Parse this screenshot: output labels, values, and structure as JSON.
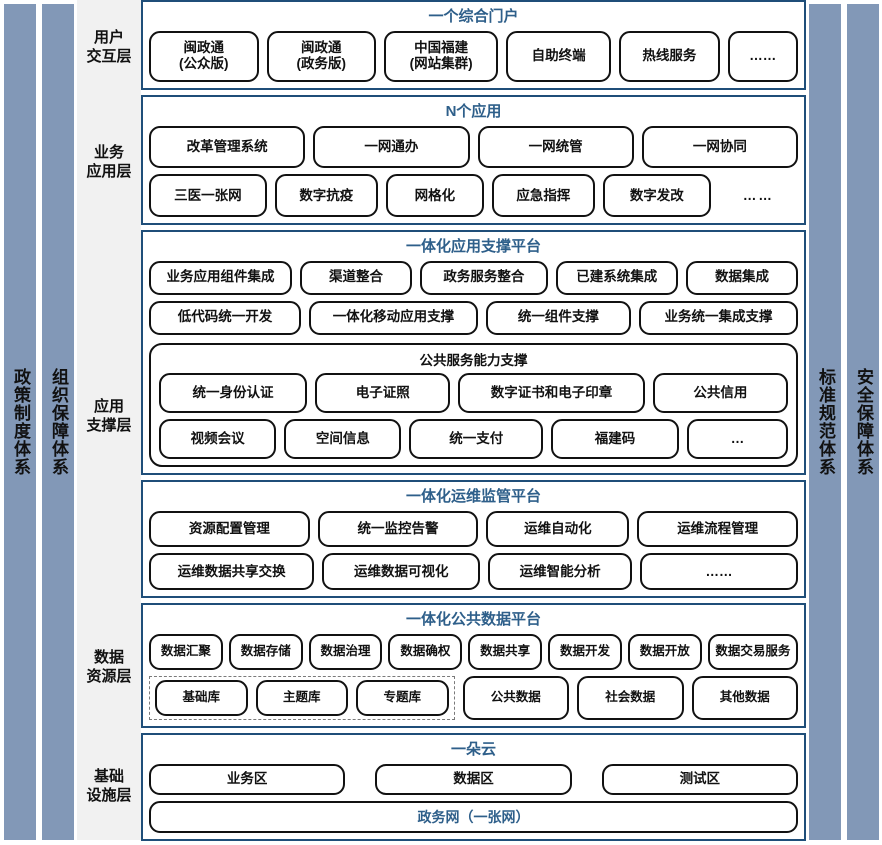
{
  "colors": {
    "pillar_bg": "#8298b7",
    "panel_border": "#1f4e79",
    "panel_title": "#2e5f8a",
    "layer_col_bg": "#f1f1f1",
    "node_border": "#111111"
  },
  "left_pillars": [
    {
      "label": "政策制度体系"
    },
    {
      "label": "组织保障体系"
    }
  ],
  "right_pillars": [
    {
      "label": "标准规范体系"
    },
    {
      "label": "安全保障体系"
    }
  ],
  "layers": [
    {
      "name": "用户\n交互层",
      "line1": "用户",
      "line2": "交互层"
    },
    {
      "name": "业务\n应用层",
      "line1": "业务",
      "line2": "应用层"
    },
    {
      "name": "应用\n支撑层",
      "line1": "应用",
      "line2": "支撑层"
    },
    {
      "name": "数据\n资源层",
      "line1": "数据",
      "line2": "资源层"
    },
    {
      "name": "基础\n设施层",
      "line1": "基础",
      "line2": "设施层"
    }
  ],
  "panels": {
    "portal": {
      "title": "一个综合门户",
      "rows": [
        [
          {
            "label": "闽政通\n(公众版)",
            "l1": "闽政通",
            "l2": "(公众版)",
            "flex": 1.05
          },
          {
            "label": "闽政通\n(政务版)",
            "l1": "闽政通",
            "l2": "(政务版)",
            "flex": 1.05
          },
          {
            "label": "中国福建\n(网站集群)",
            "l1": "中国福建",
            "l2": "(网站集群)",
            "flex": 1.1
          },
          {
            "label": "自助终端",
            "flex": 1.0
          },
          {
            "label": "热线服务",
            "flex": 0.95
          },
          {
            "label": "……",
            "flex": 0.62
          }
        ]
      ]
    },
    "business": {
      "title": "N个应用",
      "row1": [
        {
          "label": "改革管理系统",
          "flex": 1
        },
        {
          "label": "一网通办",
          "flex": 1
        },
        {
          "label": "一网统管",
          "flex": 1
        },
        {
          "label": "一网协同",
          "flex": 1
        }
      ],
      "row2": [
        {
          "label": "三医一张网",
          "flex": 1.05
        },
        {
          "label": "数字抗疫",
          "flex": 0.9
        },
        {
          "label": "网格化",
          "flex": 0.85
        },
        {
          "label": "应急指挥",
          "flex": 0.9
        },
        {
          "label": "数字发改",
          "flex": 0.95
        },
        {
          "label": "……",
          "flex": 0.7,
          "plain": true
        }
      ]
    },
    "app_support": {
      "title": "一体化应用支撑平台",
      "row1": [
        {
          "label": "业务应用组件集成",
          "flex": 1.25
        },
        {
          "label": "渠道整合",
          "flex": 0.95
        },
        {
          "label": "政务服务整合",
          "flex": 1.1
        },
        {
          "label": "已建系统集成",
          "flex": 1.05
        },
        {
          "label": "数据集成",
          "flex": 0.95
        }
      ],
      "row2": [
        {
          "label": "低代码统一开发",
          "flex": 1
        },
        {
          "label": "一体化移动应用支撑",
          "flex": 1.12
        },
        {
          "label": "统一组件支撑",
          "flex": 0.95
        },
        {
          "label": "业务统一集成支撑",
          "flex": 1.05
        }
      ],
      "sub": {
        "title": "公共服务能力支撑",
        "row1": [
          {
            "label": "统一身份认证",
            "flex": 1.05
          },
          {
            "label": "电子证照",
            "flex": 0.95
          },
          {
            "label": "数字证书和电子印章",
            "flex": 1.35
          },
          {
            "label": "公共信用",
            "flex": 0.95
          }
        ],
        "row2": [
          {
            "label": "视频会议",
            "flex": 0.95
          },
          {
            "label": "空间信息",
            "flex": 0.95
          },
          {
            "label": "统一支付",
            "flex": 1.1
          },
          {
            "label": "福建码",
            "flex": 1.05
          },
          {
            "label": "…",
            "flex": 0.8
          }
        ]
      }
    },
    "ops": {
      "title": "一体化运维监管平台",
      "row1": [
        {
          "label": "资源配置管理",
          "flex": 1
        },
        {
          "label": "统一监控告警",
          "flex": 1
        },
        {
          "label": "运维自动化",
          "flex": 0.88
        },
        {
          "label": "运维流程管理",
          "flex": 1
        }
      ],
      "row2": [
        {
          "label": "运维数据共享交换",
          "flex": 1.05
        },
        {
          "label": "运维数据可视化",
          "flex": 1.0
        },
        {
          "label": "运维智能分析",
          "flex": 0.9
        },
        {
          "label": "……",
          "flex": 1.0
        }
      ]
    },
    "data": {
      "title": "一体化公共数据平台",
      "row1": [
        {
          "label": "数据汇聚",
          "flex": 1
        },
        {
          "label": "数据存储",
          "flex": 1
        },
        {
          "label": "数据治理",
          "flex": 1
        },
        {
          "label": "数据确权",
          "flex": 1
        },
        {
          "label": "数据共享",
          "flex": 1
        },
        {
          "label": "数据开发",
          "flex": 1
        },
        {
          "label": "数据开放",
          "flex": 1
        },
        {
          "label": "数据交易服务",
          "flex": 1.25
        }
      ],
      "row2_dashed": [
        {
          "label": "基础库",
          "flex": 1
        },
        {
          "label": "主题库",
          "flex": 1
        },
        {
          "label": "专题库",
          "flex": 1
        }
      ],
      "row2_rest": [
        {
          "label": "公共数据",
          "flex": 1
        },
        {
          "label": "社会数据",
          "flex": 1
        },
        {
          "label": "其他数据",
          "flex": 1
        }
      ]
    },
    "infra": {
      "title": "一朵云",
      "row1": [
        {
          "label": "业务区",
          "flex": 1
        },
        {
          "label": "数据区",
          "flex": 1
        },
        {
          "label": "测试区",
          "flex": 1
        }
      ],
      "network": {
        "label": "政务网（一张网）"
      }
    }
  }
}
